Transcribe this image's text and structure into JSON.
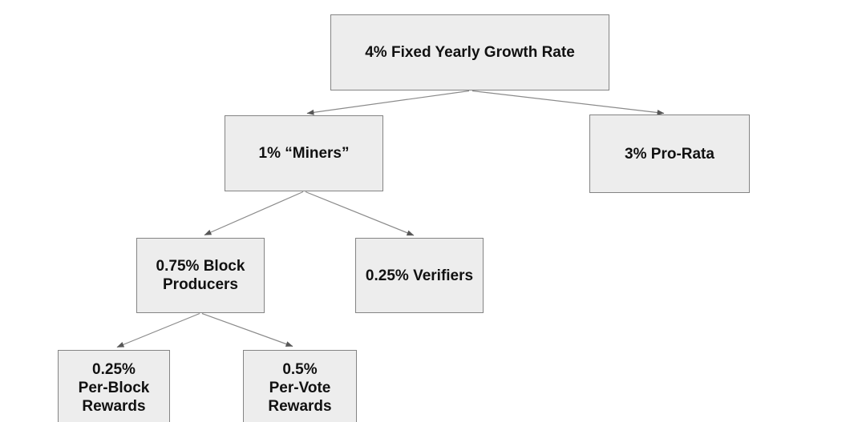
{
  "diagram": {
    "type": "tree",
    "nodes": {
      "root": {
        "label": "4% Fixed Yearly Growth Rate"
      },
      "miners": {
        "label": "1% “Miners”"
      },
      "prorata": {
        "label": "3% Pro-Rata"
      },
      "block_producers": {
        "label": "0.75% Block\nProducers"
      },
      "verifiers": {
        "label": "0.25% Verifiers"
      },
      "per_block": {
        "label": "0.25%\nPer-Block\nRewards"
      },
      "per_vote": {
        "label": "0.5%\nPer-Vote\nRewards"
      }
    },
    "edges": [
      {
        "from": "root",
        "to": "miners"
      },
      {
        "from": "root",
        "to": "prorata"
      },
      {
        "from": "miners",
        "to": "block_producers"
      },
      {
        "from": "miners",
        "to": "verifiers"
      },
      {
        "from": "block_producers",
        "to": "per_block"
      },
      {
        "from": "block_producers",
        "to": "per_vote"
      }
    ],
    "colors": {
      "node_fill": "#ededed",
      "node_border": "#848484",
      "edge": "#8a8a8a",
      "arrowhead": "#575757",
      "text": "#111111",
      "background": "#ffffff"
    }
  }
}
